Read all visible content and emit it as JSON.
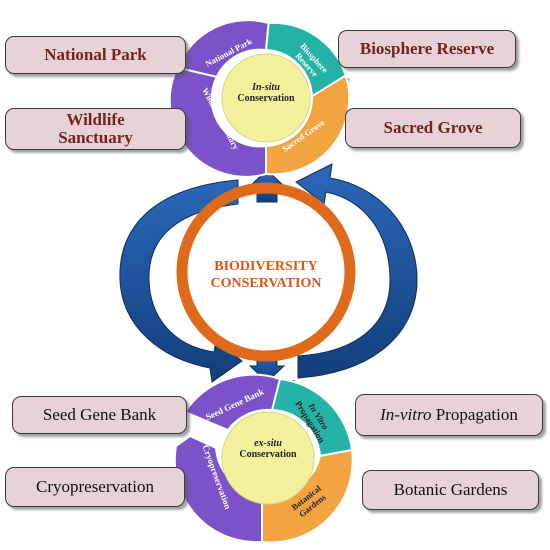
{
  "center": {
    "line1": "BIODIVERSITY",
    "line2": "CONSERVATION"
  },
  "in_situ": {
    "core_prefix": "In-situ",
    "core_suffix": "Conservation",
    "segments": [
      "National Park",
      "Biosphere Reserve",
      "Sacred Grove",
      "Wildlife Sanctuary"
    ],
    "boxes": {
      "national_park": "National Park",
      "biosphere_reserve": "Biosphere Reserve",
      "wildlife_sanctuary": "Wildlife Sanctuary",
      "sacred_grove": "Sacred Grove"
    }
  },
  "ex_situ": {
    "core_prefix": "ex-situ",
    "core_suffix": "Conservation",
    "segments": [
      "Seed Gene Bank",
      "In Vitro Propagation",
      "Botanical Gardens",
      "Cryopreservation"
    ],
    "boxes": {
      "seed_gene_bank": "Seed Gene Bank",
      "in_vitro_italic": "In-vitro",
      "in_vitro_rest": " Propagation",
      "cryopreservation": "Cryopreservation",
      "botanic_gardens": "Botanic Gardens"
    }
  },
  "colors": {
    "segment_purple": "#7b52c7",
    "segment_teal": "#26b3a7",
    "segment_orange": "#f3a33f",
    "core_yellow": "#f4f19c",
    "ring_orange": "#e06a1b",
    "arrow_blue": "#1c4f93",
    "box_fill": "#e7d3d7",
    "box_text_red": "#7a1f1f"
  }
}
